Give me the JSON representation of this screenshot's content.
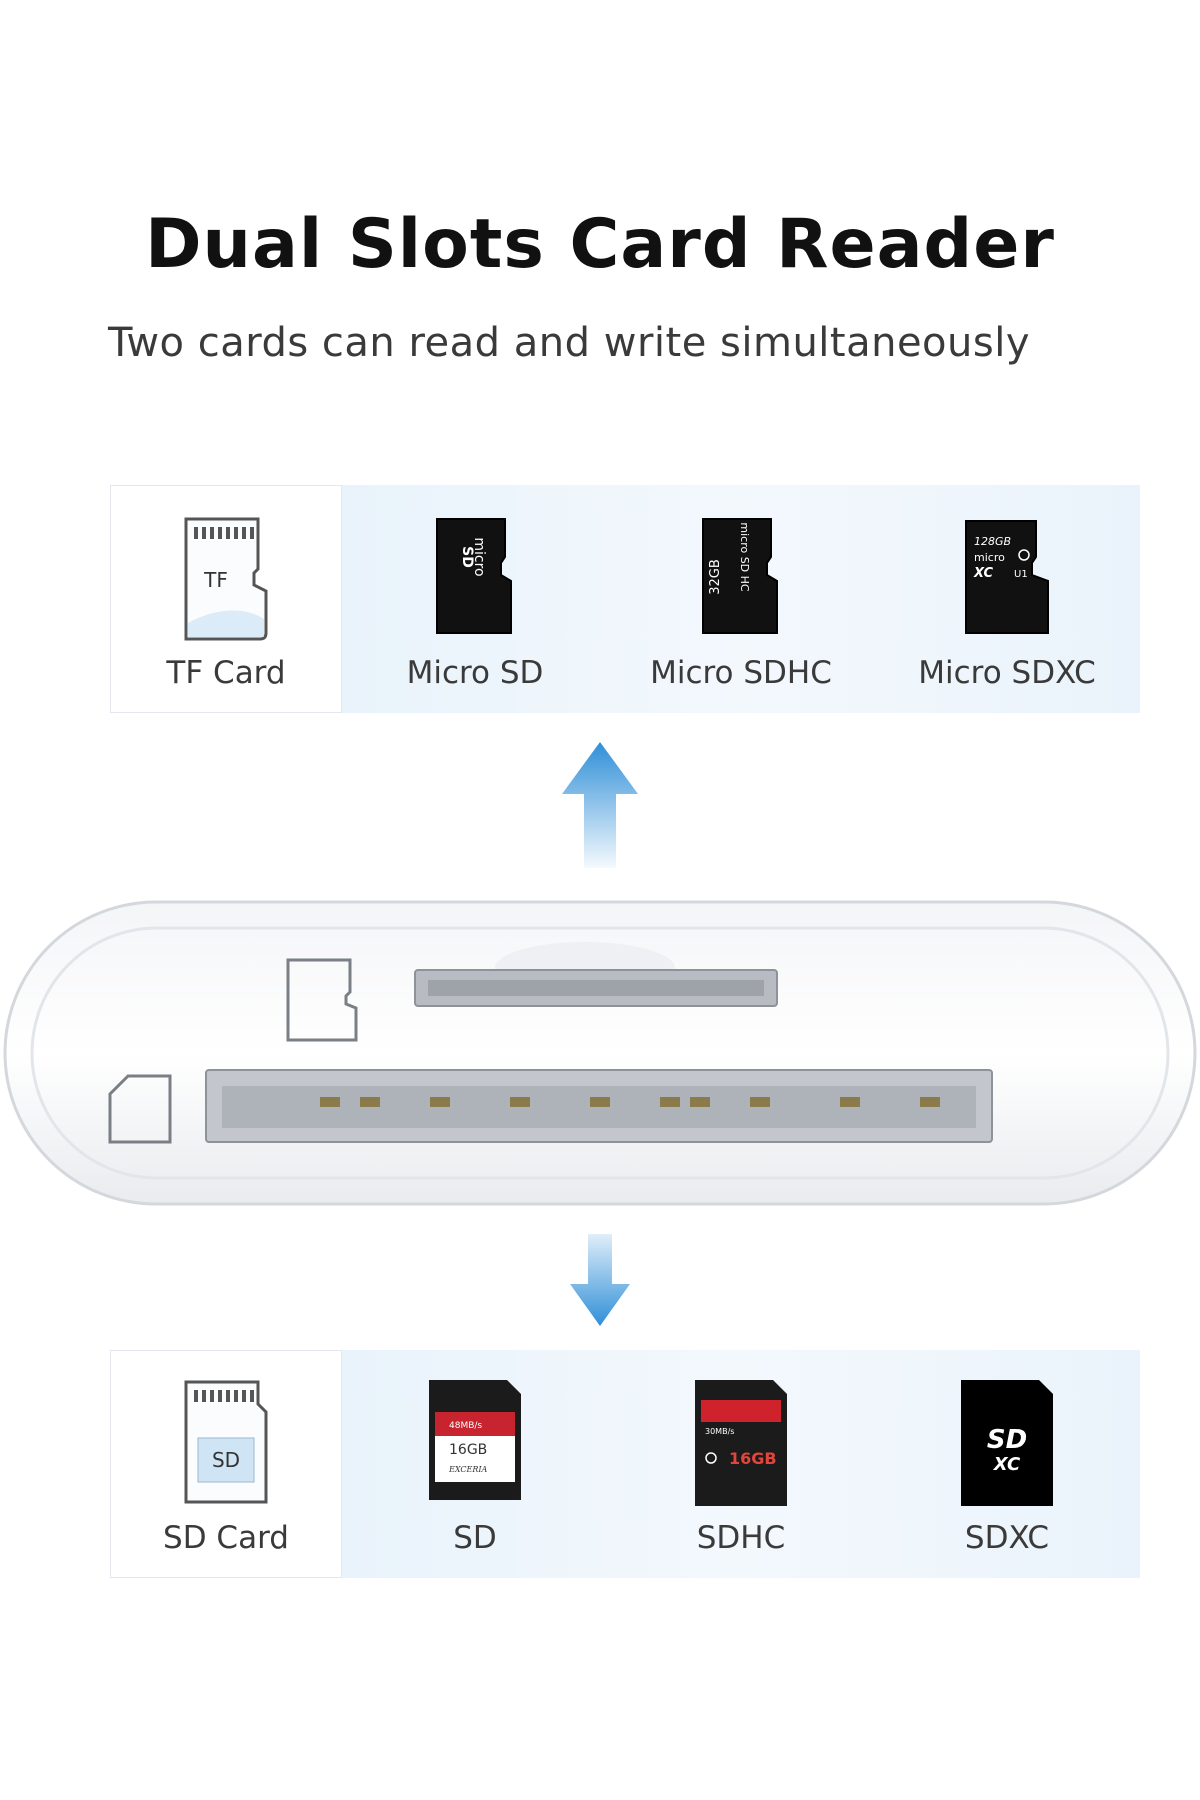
{
  "header": {
    "title": "Dual Slots Card Reader",
    "subtitle": "Two cards can read and write simultaneously"
  },
  "tf_row": {
    "label_card": "TF Card",
    "icon_text": "TF",
    "items": [
      {
        "label": "Micro SD",
        "card_text": [
          "micro",
          "SD"
        ]
      },
      {
        "label": "Micro SDHC",
        "card_text": [
          "32GB",
          "micro SD HC"
        ]
      },
      {
        "label": "Micro SDXC",
        "card_text": [
          "128GB",
          "micro",
          "XC",
          "U1"
        ]
      }
    ]
  },
  "sd_row": {
    "label_card": "SD Card",
    "icon_text": "SD",
    "items": [
      {
        "label": "SD",
        "card_text": [
          "48MB/s",
          "16GB",
          "EXCERIA"
        ]
      },
      {
        "label": "SDHC",
        "card_text": [
          "30MB/s",
          "16GB"
        ]
      },
      {
        "label": "SDXC",
        "card_text": [
          "SD",
          "XC"
        ]
      }
    ]
  },
  "colors": {
    "arrow_blue": "#2f8fd8",
    "panel_blue": "#e9f3fb"
  }
}
